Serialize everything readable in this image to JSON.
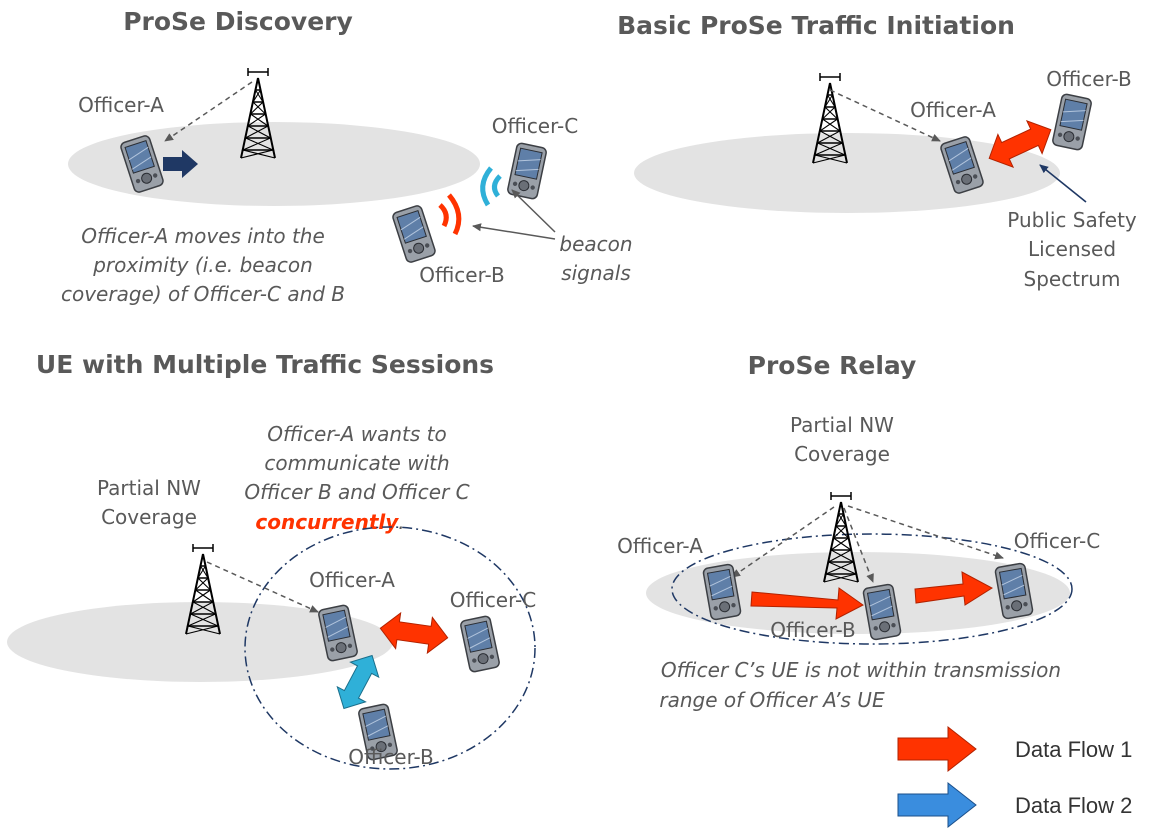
{
  "panels": {
    "discovery": {
      "title": "ProSe Discovery",
      "officer_a": "Officer-A",
      "officer_b": "Officer-B",
      "officer_c": "Officer-C",
      "beacon_line1": "beacon",
      "beacon_line2": "signals",
      "caption_lines": [
        "Officer-A moves into the",
        "proximity  (i.e. beacon",
        "coverage) of Officer-C and B"
      ]
    },
    "traffic_initiation": {
      "title": "Basic ProSe Traffic Initiation",
      "officer_a": "Officer-A",
      "officer_b": "Officer-B",
      "spectrum_lines": [
        "Public Safety",
        "Licensed",
        "Spectrum"
      ]
    },
    "multiple_sessions": {
      "title": "UE with Multiple Traffic Sessions",
      "coverage_lines": [
        "Partial NW",
        "Coverage"
      ],
      "officer_a": "Officer-A",
      "officer_b": "Officer-B",
      "officer_c": "Officer-C",
      "caption_lines": [
        "Officer-A wants to",
        "communicate with",
        "Officer B and Officer C"
      ],
      "caption_emphasis": "concurrently",
      "caption_end": "."
    },
    "relay": {
      "title": "ProSe Relay",
      "coverage_lines": [
        "Partial NW",
        "Coverage"
      ],
      "officer_a": "Officer-A",
      "officer_b": "Officer-B",
      "officer_c": "Officer-C",
      "caption_lines": [
        "Officer C’s UE is not within transmission",
        "range of Officer A’s UE"
      ]
    }
  },
  "legend": [
    {
      "label": "Data Flow 1",
      "color": "#ff3300"
    },
    {
      "label": "Data Flow 2",
      "color": "#3a8dde"
    }
  ],
  "colors": {
    "data_flow_1": "#ff3300",
    "data_flow_2": "#3a8dde",
    "movement_arrow": "#1f3864",
    "beacon_red": "#ff3300",
    "beacon_cyan": "#2fb0d8",
    "coverage_area": "#e3e3e3",
    "proximity_boundary": "#1f3864"
  },
  "icons": {
    "base_station": "cell-tower-icon",
    "user_equipment": "pda-device-icon"
  }
}
